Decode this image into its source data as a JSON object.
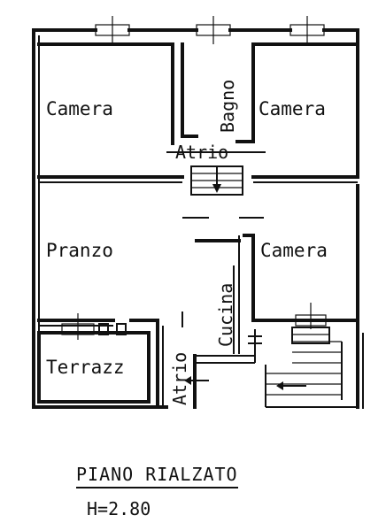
{
  "rooms": {
    "camera_nw": "Camera",
    "bagno": "Bagno",
    "camera_ne": "Camera",
    "atrio_top": "Atrio",
    "pranzo": "Pranzo",
    "camera_e": "Camera",
    "cucina": "Cucina",
    "terrazzo": "Terrazz",
    "atrio_bottom": "Atrio"
  },
  "footer": {
    "floor_title": "PIANO RIALZATO",
    "ceiling_height": "H=2.80"
  },
  "colors": {
    "ink": "#111111",
    "paper": "#ffffff"
  }
}
